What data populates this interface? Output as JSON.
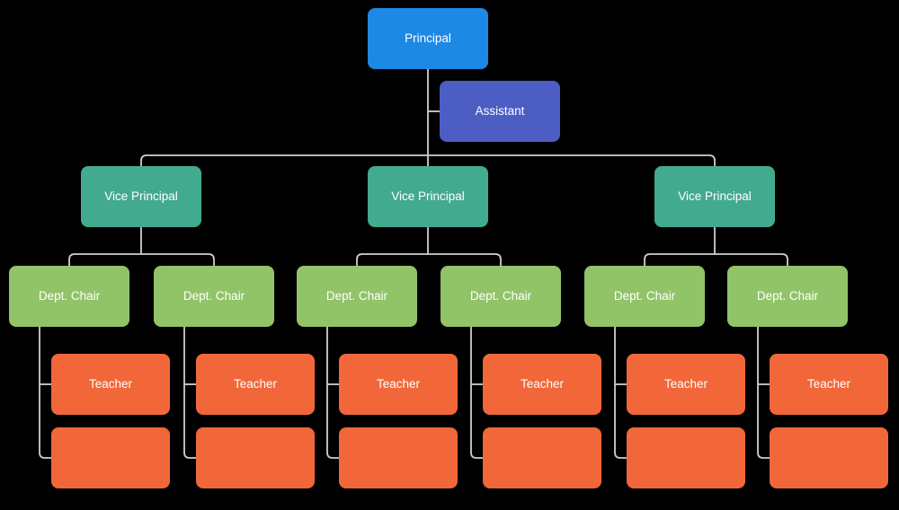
{
  "chart": {
    "type": "org-chart",
    "background": "#000000",
    "palette": {
      "principal": "#1E88E5",
      "assistant": "#4C5EC4",
      "vice_principal": "#42AA8E",
      "dept_chair": "#91C368",
      "teacher": "#F1673A",
      "connector": "#CFCFCF",
      "text": "#FFFFFF"
    },
    "nodes": {
      "principal": {
        "label": "Principal"
      },
      "assistant": {
        "label": "Assistant"
      },
      "vice_principals": [
        {
          "label": "Vice Principal"
        },
        {
          "label": "Vice Principal"
        },
        {
          "label": "Vice Principal"
        }
      ],
      "dept_chairs": [
        {
          "label": "Dept. Chair"
        },
        {
          "label": "Dept. Chair"
        },
        {
          "label": "Dept. Chair"
        },
        {
          "label": "Dept. Chair"
        },
        {
          "label": "Dept. Chair"
        },
        {
          "label": "Dept. Chair"
        }
      ],
      "teachers_row1": [
        {
          "label": "Teacher"
        },
        {
          "label": "Teacher"
        },
        {
          "label": "Teacher"
        },
        {
          "label": "Teacher"
        },
        {
          "label": "Teacher"
        },
        {
          "label": "Teacher"
        }
      ],
      "teachers_row2": [
        {
          "label": ""
        },
        {
          "label": ""
        },
        {
          "label": ""
        },
        {
          "label": ""
        },
        {
          "label": ""
        },
        {
          "label": ""
        }
      ]
    },
    "structure_note": "Principal > Assistant (staff); Principal > 3 Vice Principals; each Vice Principal > 2 Dept. Chairs; each Dept. Chair > 2 Teachers (second unlabeled)"
  }
}
